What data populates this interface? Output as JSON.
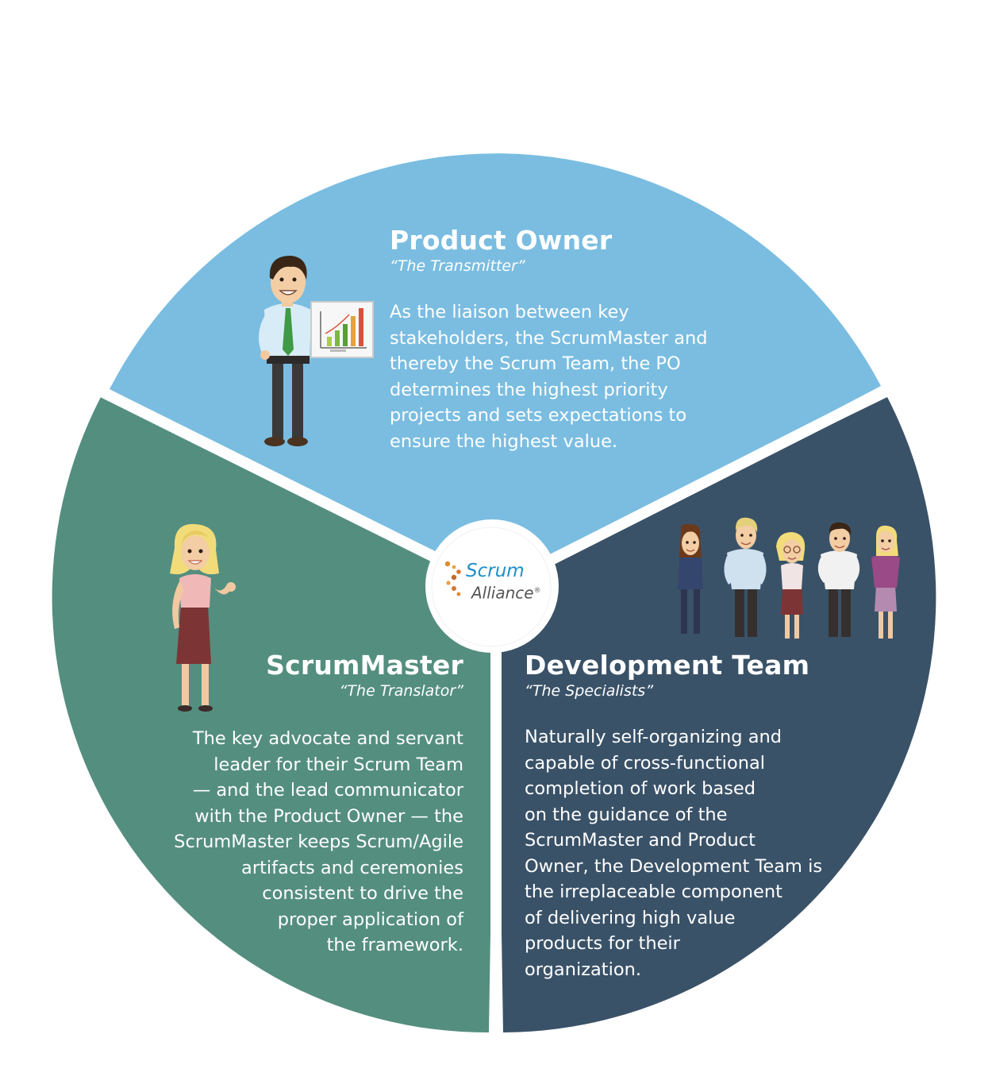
{
  "colors": {
    "product_owner": "#7abde1",
    "scrum_master": "#548e7f",
    "development_team": "#3a5268",
    "divider": "#ffffff",
    "logo_blue": "#1f8fcc",
    "logo_orange": "#e08a2e"
  },
  "product_owner": {
    "title": "Product Owner",
    "subtitle": "“The Transmitter”",
    "body_lines": [
      "As the liaison between key",
      "stakeholders, the ScrumMaster and",
      "thereby the Scrum Team, the PO",
      "determines the highest priority",
      "projects and sets expectations to",
      "ensure the highest value."
    ]
  },
  "scrum_master": {
    "title": "ScrumMaster",
    "subtitle": "“The Translator”",
    "body_lines": [
      "The key advocate and servant",
      "leader for their Scrum Team",
      "— and the lead communicator",
      "with the Product Owner — the",
      "ScrumMaster keeps Scrum/Agile",
      "artifacts and ceremonies",
      "consistent to drive the",
      "proper application of",
      "the framework."
    ]
  },
  "development_team": {
    "title": "Development Team",
    "subtitle": "“The Specialists”",
    "body_lines": [
      "Naturally self-organizing and",
      "capable of cross-functional",
      "completion of work based",
      "on the guidance of the",
      "ScrumMaster and Product",
      "Owner, the Development Team is",
      "the  irreplaceable component",
      "of delivering high value",
      "products for their",
      "organization."
    ]
  },
  "logo": {
    "line1": "Scrum",
    "line2": "Alliance",
    "registered": "®"
  },
  "icons": [
    "presenter-man-icon",
    "chart-board-icon",
    "waving-woman-icon",
    "team-group-icon",
    "scrum-alliance-logo-icon"
  ]
}
